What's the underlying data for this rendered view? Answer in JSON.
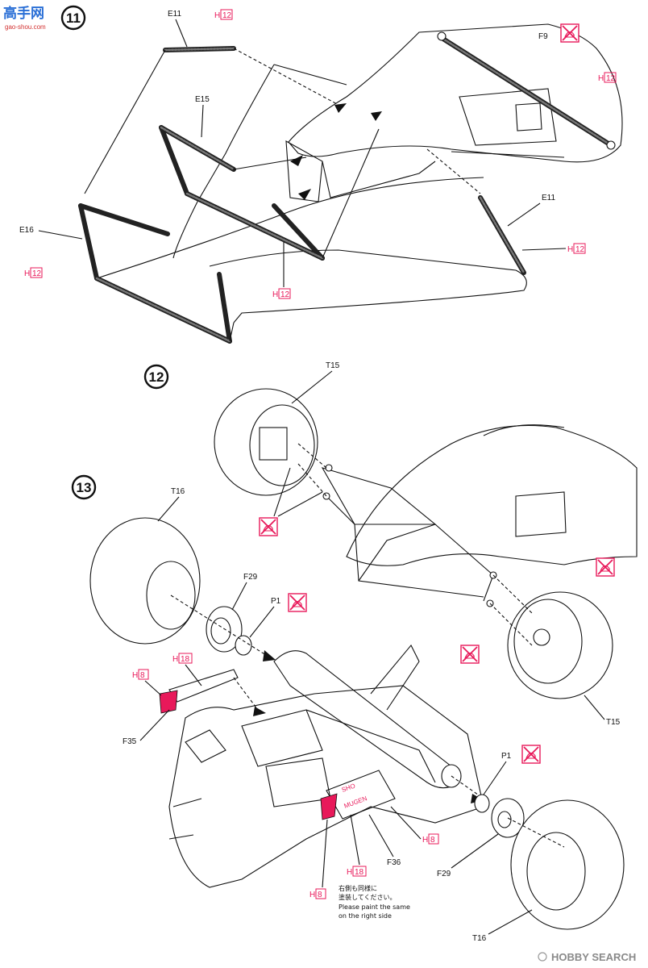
{
  "watermark": {
    "logo_text": "高手网",
    "url": "gao-shou.com",
    "brand": "HOBBY SEARCH"
  },
  "steps": [
    {
      "id": "step11",
      "number": "11"
    },
    {
      "id": "step12",
      "number": "12"
    },
    {
      "id": "step13",
      "number": "13"
    }
  ],
  "colors": {
    "paint_label": "#e8195a",
    "paint_fill": "#e8195a",
    "line": "#111111"
  },
  "icons": {
    "no_glue": "no-glue-icon",
    "step_badge": "circled-number-icon"
  },
  "labels": {
    "e11_top": "E11",
    "h12_top": "12",
    "e15": "E15",
    "f9": "F9",
    "h12_f9": "12",
    "e16": "E16",
    "h12_e16": "12",
    "h12_mid": "12",
    "e11_right": "E11",
    "h12_right": "12",
    "t15_top": "T15",
    "t16_left": "T16",
    "f29_left": "F29",
    "p1_left": "P1",
    "h18_top": "18",
    "h8_top": "8",
    "f35": "F35",
    "t15_right": "T15",
    "p1_right": "P1",
    "f29_right": "F29",
    "f36": "F36",
    "h8_right": "8",
    "h18_bottom": "18",
    "h8_bottom": "8",
    "t16_bottom": "T16",
    "decal_1": "SHO",
    "decal_2": "MUGEN",
    "paint_letter": "H"
  },
  "note": {
    "jp_line1": "右側も同様に",
    "jp_line2": "塗装してください。",
    "en_line1": "Please paint the same",
    "en_line2": "on the right side"
  }
}
